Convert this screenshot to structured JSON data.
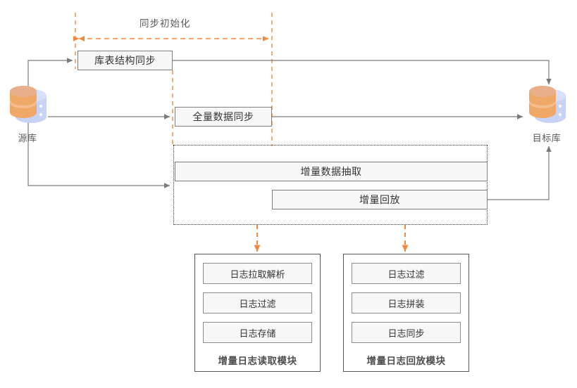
{
  "diagram": {
    "title_label": "同步初始化",
    "source_db": {
      "label": "源库",
      "icon": "database-icon"
    },
    "target_db": {
      "label": "目标库",
      "icon": "database-icon"
    },
    "pipeline_boxes": [
      {
        "id": "schema-sync",
        "label": "库表结构同步"
      },
      {
        "id": "full-data-sync",
        "label": "全量数据同步"
      },
      {
        "id": "incremental-extract",
        "label": "增量数据抽取"
      },
      {
        "id": "incremental-replay",
        "label": "增量回放"
      }
    ],
    "modules": [
      {
        "id": "incremental-log-read-module",
        "title": "增量日志读取模块",
        "items": [
          "日志拉取解析",
          "日志过滤",
          "日志存储"
        ]
      },
      {
        "id": "incremental-log-replay-module",
        "title": "增量日志回放模块",
        "items": [
          "日志过滤",
          "日志拼装",
          "日志同步"
        ]
      }
    ],
    "colors": {
      "accent_orange": "#f0883e",
      "box_fill": "#f7f7f7",
      "box_border": "#7f7f7f",
      "connector": "#808080",
      "text": "#333333",
      "db_body": "#c7d2f7",
      "db_band": "#f0a868"
    }
  }
}
